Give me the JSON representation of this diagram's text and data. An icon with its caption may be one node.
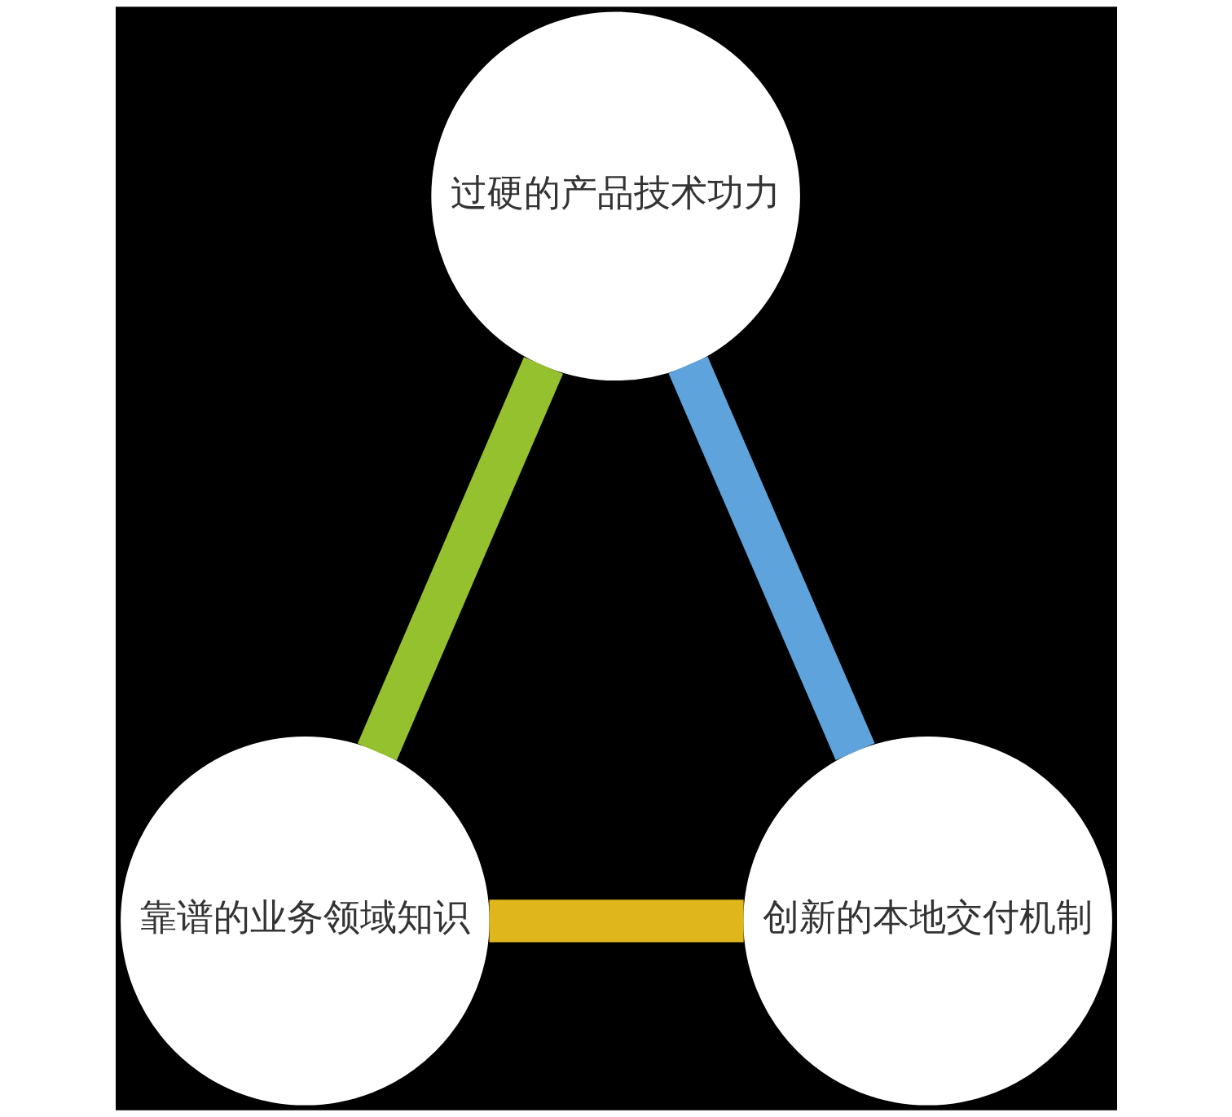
{
  "diagram": {
    "nodes": [
      {
        "text": [
          "过硬的产品技术功力"
        ]
      },
      {
        "text": [
          "靠谱的业务领域知识"
        ]
      },
      {
        "text": [
          "创新的本地交付机制"
        ]
      }
    ],
    "edges": [
      {
        "from": 0,
        "to": 1,
        "arrow": "none",
        "color": "#95c12f"
      },
      {
        "from": 0,
        "to": 2,
        "arrow": "none",
        "color": "#5ea3db"
      },
      {
        "from": 1,
        "to": 2,
        "arrow": "none",
        "color": "#dfb61c"
      }
    ]
  }
}
